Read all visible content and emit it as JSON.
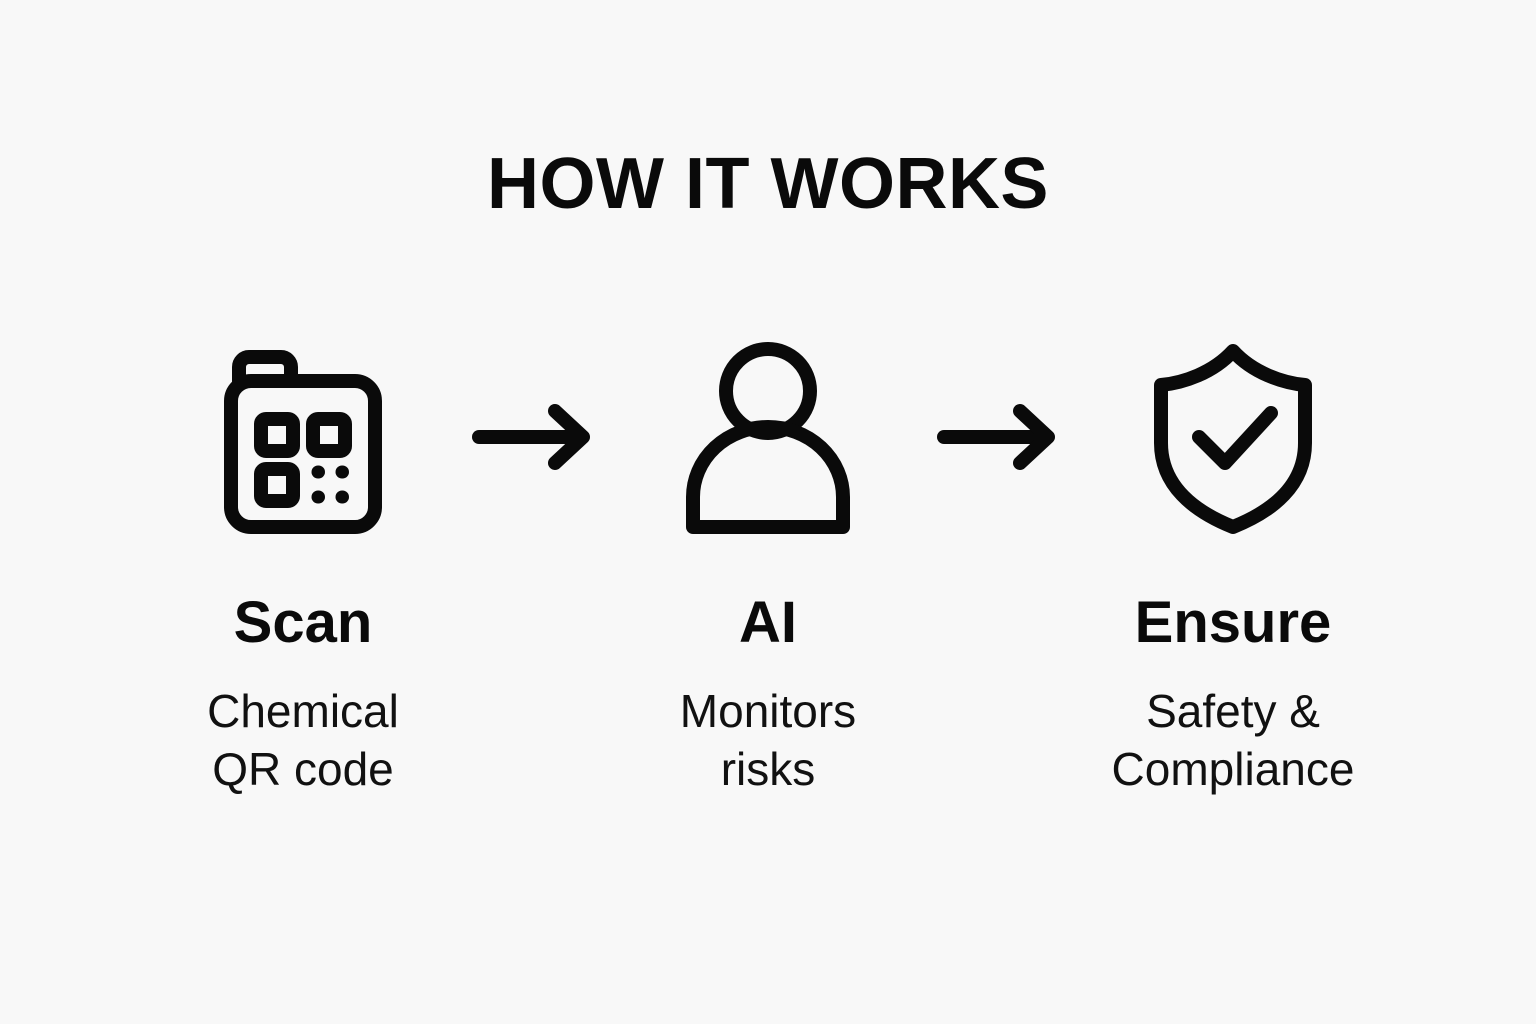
{
  "page": {
    "background_color": "#f8f8f8",
    "ink_color": "#0a0a0a"
  },
  "header": {
    "title": "HOW IT WORKS"
  },
  "steps": [
    {
      "icon": "chemical-container-qr-icon",
      "title": "Scan",
      "desc_line1": "Chemical",
      "desc_line2": "QR code"
    },
    {
      "icon": "person-icon",
      "title": "AI",
      "desc_line1": "Monitors",
      "desc_line2": "risks"
    },
    {
      "icon": "shield-check-icon",
      "title": "Ensure",
      "desc_line1": "Safety &",
      "desc_line2": "Compliance"
    }
  ],
  "connectors": [
    {
      "icon": "arrow-right-icon"
    },
    {
      "icon": "arrow-right-icon"
    }
  ]
}
